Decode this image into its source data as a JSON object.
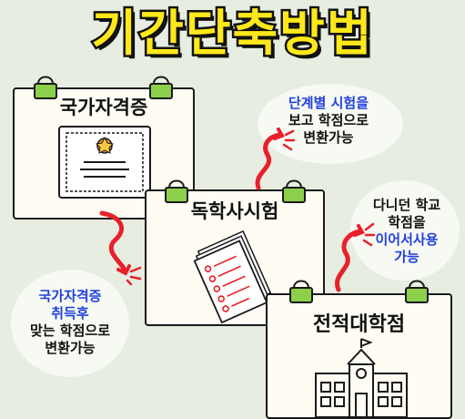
{
  "title": "기간단축방법",
  "cards": [
    {
      "label": "국가자격증"
    },
    {
      "label": "독학사시험"
    },
    {
      "label": "전적대학점"
    }
  ],
  "notes": {
    "exam": {
      "line1": "단계별 시험을",
      "line2": "보고 학점으로",
      "line3": "변환가능"
    },
    "transfer": {
      "line1": "다니던 학교",
      "line2": "학점을",
      "line3": "이어서사용",
      "line4": "가능"
    },
    "cert": {
      "line1": "국가자격증",
      "line2": "취득후",
      "line3": "맞는 학점으로",
      "line4": "변환가능"
    }
  },
  "colors": {
    "title_fill": "#ffe81a",
    "accent_red": "#e8202a",
    "accent_blue": "#1f3fe0",
    "clip_green": "#8ccf4a"
  }
}
